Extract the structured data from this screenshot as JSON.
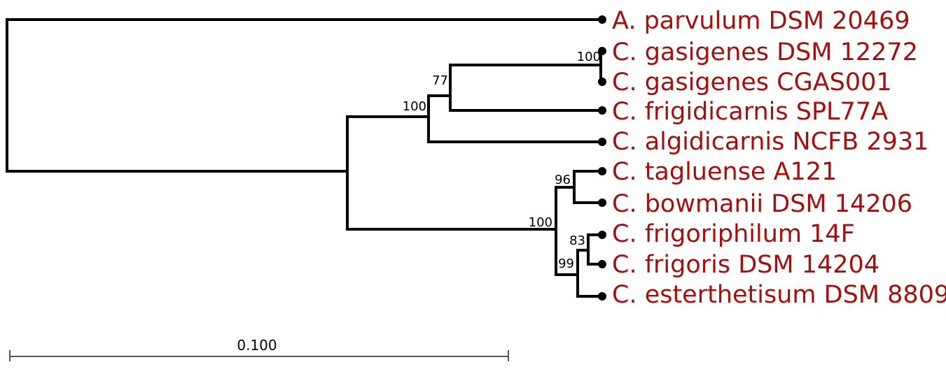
{
  "leaf_color": "#a50f0f",
  "branch_color": "#000000",
  "taxa": [
    "A. parvulum DSM 20469",
    "C. gasigenes DSM 12272",
    "C. gasigenes CGAS001",
    "C. frigidicarnis SPL77A",
    "C. algidicarnis NCFB 2931",
    "C. tagluense A121",
    "C. bowmanii DSM 14206",
    "C. frigoriphilum 14F",
    "C. frigoris DSM 14204",
    "C. esterthetisum DSM 8809"
  ],
  "support_values": {
    "gasigenes_pair": "100",
    "gasigenes_frigidicarnis": "77",
    "with_algidicarnis": "100",
    "tagluense_bowmanii": "96",
    "lower_clade": "100",
    "frigoriphilum_frigoris": "83",
    "with_esterthetisum": "99"
  },
  "scale_bar": {
    "label": "0.100"
  }
}
